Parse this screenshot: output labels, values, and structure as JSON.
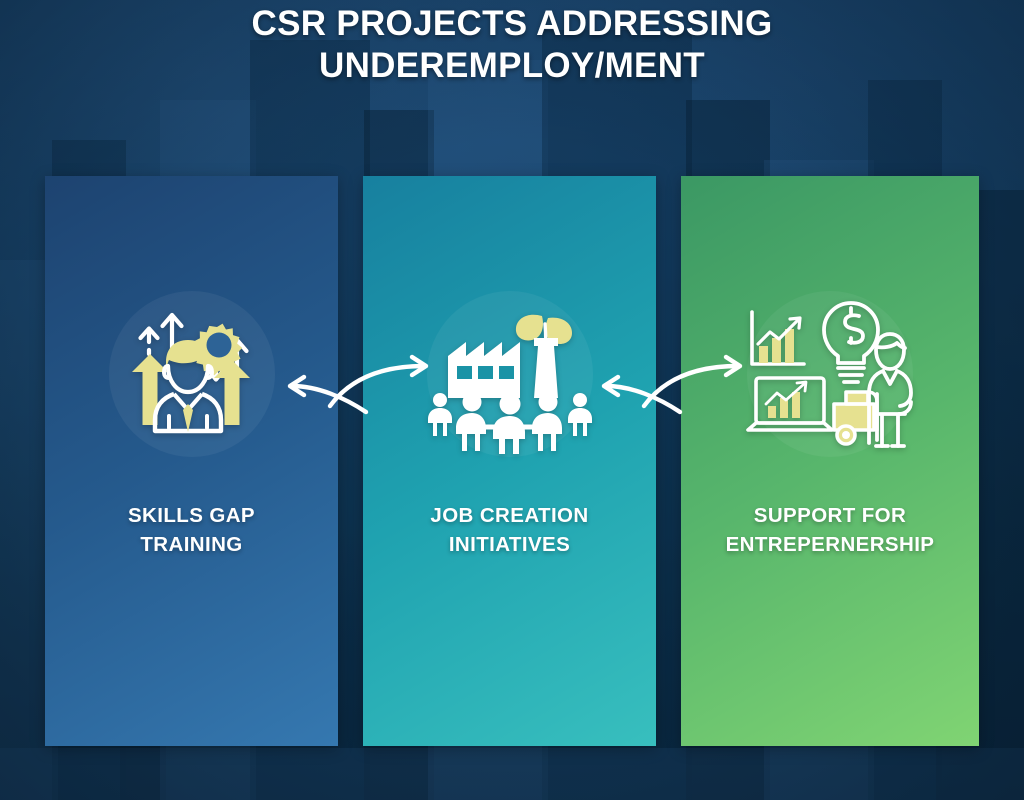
{
  "title": {
    "line1": "CSR PROJECTS ADDRESSING",
    "line2": "UNDEREMPLOY/MENT"
  },
  "colors": {
    "background": "#123453",
    "title_text": "#ffffff",
    "panel1_top": "#1d4370",
    "panel1_bottom": "#3578b0",
    "panel2_top": "#17809f",
    "panel2_bottom": "#38bfbe",
    "panel3_top": "#3b9864",
    "panel3_bottom": "#80d473",
    "icon_accent_yellow": "#e6e190",
    "icon_white": "#ffffff",
    "arrow": "#ffffff"
  },
  "panels": [
    {
      "id": "skills-gap-training",
      "caption_line1": "SKILLS GAP",
      "caption_line2": "TRAINING",
      "icon_name": "person-gear-growth-arrows-icon"
    },
    {
      "id": "job-creation-initiatives",
      "caption_line1": "JOB CREATION",
      "caption_line2": "INITIATIVES",
      "icon_name": "factory-people-leaf-icon"
    },
    {
      "id": "support-for-entrepernership",
      "caption_line1": "SUPPORT FOR",
      "caption_line2": "ENTREPERNERSHIP",
      "icon_name": "business-growth-lightbulb-icon"
    }
  ],
  "arrows": [
    {
      "id": "arrow-left-gap-pointing-left",
      "direction": "left"
    },
    {
      "id": "arrow-left-gap-pointing-right",
      "direction": "right"
    },
    {
      "id": "arrow-right-gap-pointing-left",
      "direction": "left"
    },
    {
      "id": "arrow-right-gap-pointing-right",
      "direction": "right"
    }
  ]
}
